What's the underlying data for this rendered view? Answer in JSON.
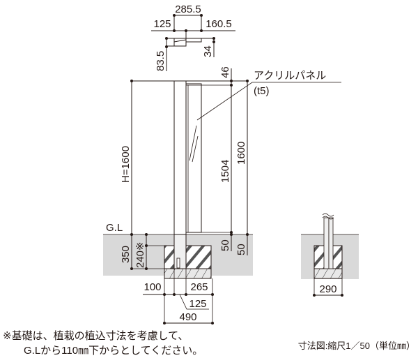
{
  "plan_view": {
    "total_width": "285.5",
    "left": "125",
    "right": "160.5",
    "depth": "83.5",
    "panel_depth": "34"
  },
  "elevation": {
    "panel_label": "アクリルパネル",
    "panel_thickness": "(t5)",
    "height_total": "H=1600",
    "panel_height": "1504",
    "right_height": "1600",
    "top_offset": "46",
    "ground_label": "G.L",
    "embed_depth": "350",
    "foundation_depth": "240※",
    "bottom_gap_1": "50",
    "bottom_gap_2": "50",
    "foundation_left": "100",
    "foundation_right": "265",
    "post_width": "125",
    "foundation_width": "490"
  },
  "side_view": {
    "foundation_width": "290"
  },
  "notes": {
    "line1": "※基礎は、植栽の植込寸法を考慮して、",
    "line2": "G.Lから110㎜下からとしてください。",
    "scale": "寸法図:縮尺1／50（単位㎜）"
  },
  "colors": {
    "ground": "#d9d9d9",
    "line": "#231815"
  }
}
